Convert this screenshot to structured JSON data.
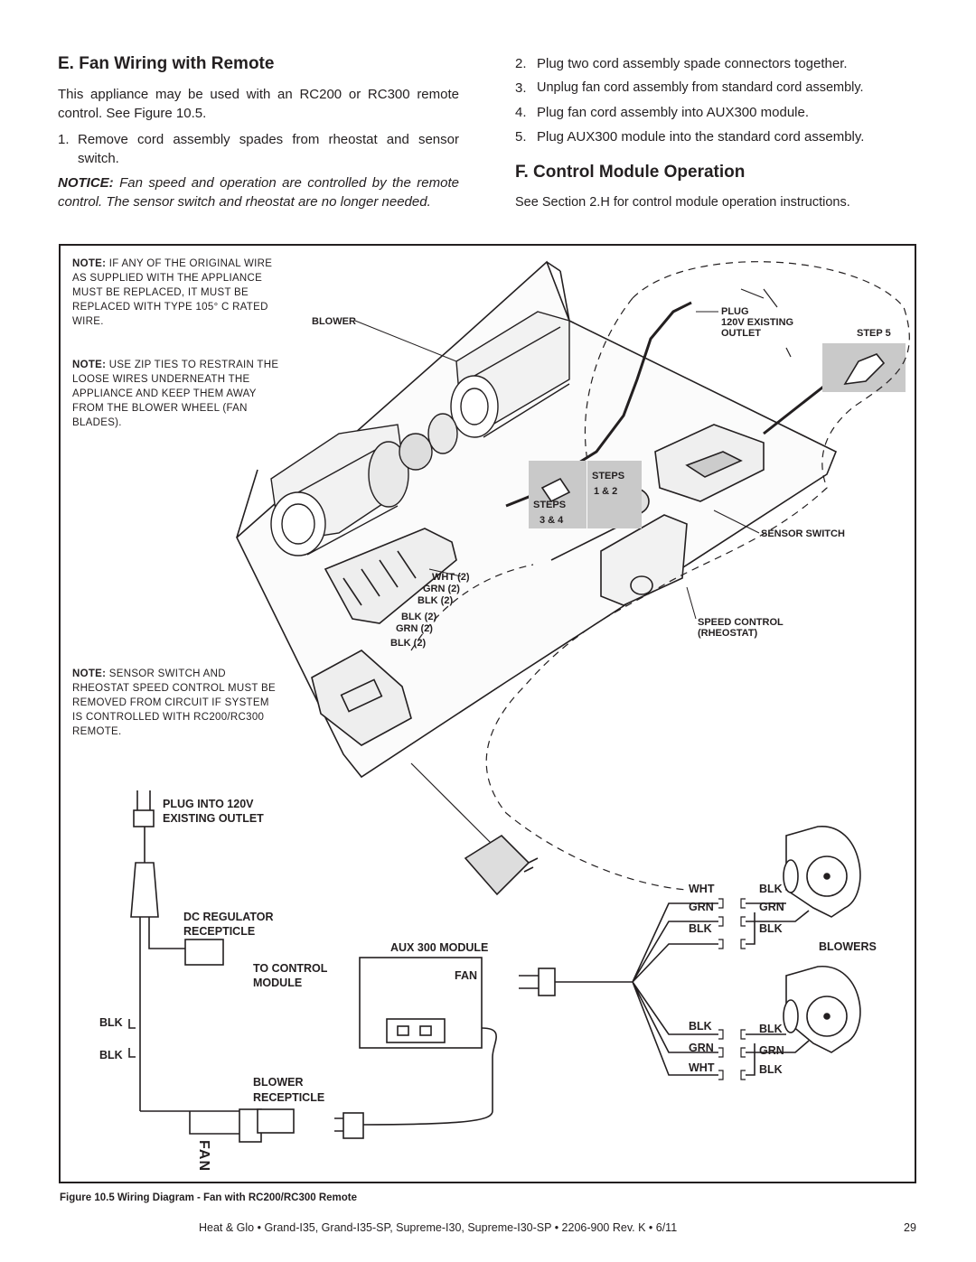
{
  "section_e": {
    "title": "E.  Fan Wiring with Remote",
    "intro": "This appliance may be used with an RC200 or RC300 remote control.  See Figure 10.5.",
    "step1_num": "1.",
    "step1_text": "Remove cord assembly spades from rheostat and sensor switch.",
    "notice_label": "NOTICE:",
    "notice_text": " Fan speed and operation are controlled by the remote control.  The sensor switch and rheostat are no longer needed."
  },
  "right_steps": [
    {
      "num": "2.",
      "text": "Plug two cord assembly spade connectors together."
    },
    {
      "num": "3.",
      "text": "Unplug fan cord assembly from standard cord assembly."
    },
    {
      "num": "4.",
      "text": "Plug fan cord assembly into AUX300 module."
    },
    {
      "num": "5.",
      "text": "Plug AUX300 module into the standard cord assembly."
    }
  ],
  "section_f": {
    "title": "F.  Control Module Operation",
    "text": "See Section 2.H for control module operation instructions."
  },
  "figure": {
    "note1_label": "NOTE:",
    "note1_text": " IF ANY OF THE ORIGINAL WIRE  AS SUPPLIED WITH THE APPLIANCE MUST BE REPLACED, IT MUST BE REPLACED WITH TYPE 105° C RATED WIRE.",
    "note2_label": "NOTE:",
    "note2_text": " USE ZIP TIES TO RESTRAIN THE LOOSE WIRES UNDERNEATH THE APPLIANCE AND KEEP THEM AWAY FROM THE BLOWER WHEEL (FAN BLADES).",
    "note3_label": "NOTE:",
    "note3_text": " SENSOR SWITCH AND RHEOSTAT SPEED CONTROL MUST BE REMOVED FROM CIRCUIT IF SYSTEM IS CONTROLLED WITH RC200/RC300 REMOTE.",
    "labels": {
      "blower": "BLOWER",
      "plug": "PLUG",
      "plug_120v": "120V EXISTING",
      "plug_outlet": "OUTLET",
      "step5": "STEP 5",
      "steps12_a": "STEPS",
      "steps12_b": "1 & 2",
      "steps34_a": "STEPS",
      "steps34_b": "3 & 4",
      "sensor_switch": "SENSOR SWITCH",
      "speed_control": "SPEED CONTROL",
      "rheostat": "(RHEOSTAT)",
      "wht2": "WHT (2)",
      "grn2a": "GRN (2)",
      "blk2a": "BLK (2)",
      "blk2b": "BLK (2)",
      "grn2b": "GRN (2)",
      "blk2c": "BLK (2)"
    },
    "schematic": {
      "plug_into_1": "PLUG INTO 120V",
      "plug_into_2": "EXISTING OUTLET",
      "dc_reg_1": "DC REGULATOR",
      "dc_reg_2": "RECEPTICLE",
      "aux": "AUX 300 MODULE",
      "fan": "FAN",
      "to_control_1": "TO CONTROL",
      "to_control_2": "MODULE",
      "blk_a": "BLK",
      "blk_b": "BLK",
      "blower_rec_1": "BLOWER",
      "blower_rec_2": "RECEPTICLE",
      "fan_vertical": "FAN",
      "wht_top": "WHT",
      "grn_top": "GRN",
      "blk_top": "BLK",
      "blk_r1": "BLK",
      "grn_r1": "GRN",
      "blk_r2": "BLK",
      "blowers": "BLOWERS",
      "blk_bot": "BLK",
      "grn_bot": "GRN",
      "wht_bot": "WHT",
      "blk_r3": "BLK",
      "grn_r3": "GRN",
      "blk_r4": "BLK"
    }
  },
  "caption_label": "Figure 10.5",
  "caption_text": "  Wiring Diagram - Fan with RC200/RC300 Remote",
  "footer": "Heat & Glo • Grand-I35, Grand-I35-SP, Supreme-I30, Supreme-I30-SP • 2206-900 Rev. K • 6/11",
  "page_number": "29"
}
